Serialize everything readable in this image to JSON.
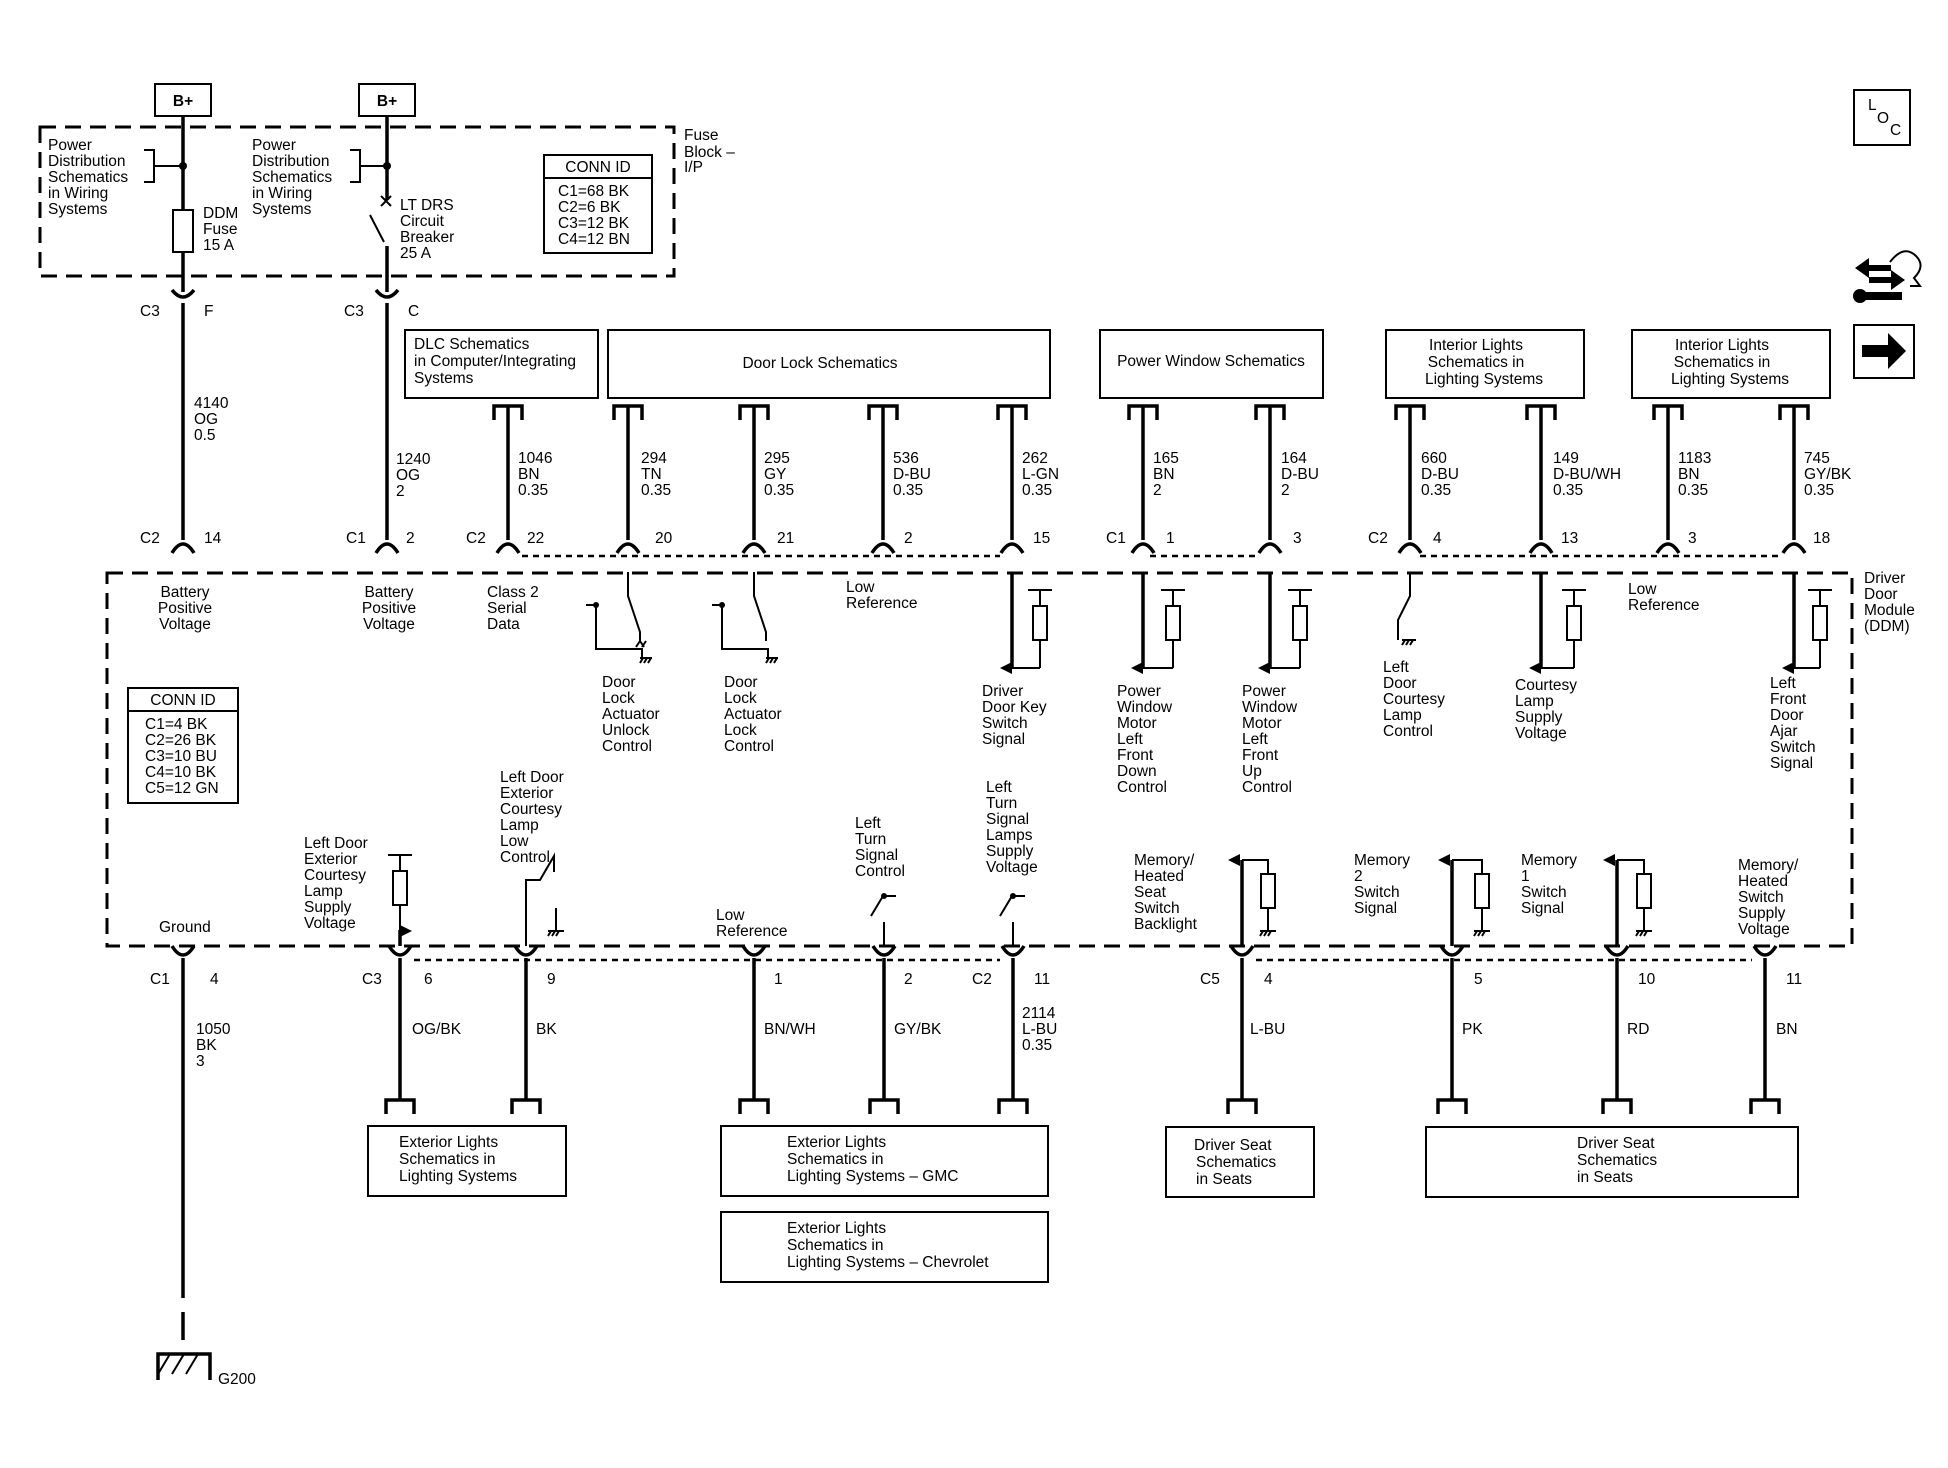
{
  "bplus": "B+",
  "fuse_block": {
    "label": [
      "Fuse",
      "Block –",
      "I/P"
    ],
    "pd_schematics": [
      "Power",
      "Distribution",
      "Schematics",
      "in Wiring",
      "Systems"
    ],
    "ddm_fuse": [
      "DDM",
      "Fuse",
      "15 A"
    ],
    "breaker": [
      "LT DRS",
      "Circuit",
      "Breaker",
      "25 A"
    ],
    "conn_id": {
      "title": "CONN ID",
      "rows": [
        "C1=68 BK",
        "C2=6 BK",
        "C3=12 BK",
        "C4=12 BN"
      ]
    },
    "c3_f": [
      "C3",
      "F"
    ],
    "c3_c": [
      "C3",
      "C"
    ]
  },
  "feed_wires": [
    {
      "circuit": "4140",
      "color": "OG",
      "size": "0.5"
    },
    {
      "circuit": "1240",
      "color": "OG",
      "size": "2"
    }
  ],
  "top_boxes": [
    {
      "name": "dlc",
      "lines": [
        "DLC Schematics",
        "in Computer/Integrating",
        "Systems"
      ]
    },
    {
      "name": "door-lock",
      "lines": [
        "Door Lock Schematics"
      ]
    },
    {
      "name": "power-window",
      "lines": [
        "Power Window Schematics"
      ]
    },
    {
      "name": "interior-lights-1",
      "lines": [
        "Interior Lights",
        "Schematics in",
        "Lighting Systems"
      ]
    },
    {
      "name": "interior-lights-2",
      "lines": [
        "Interior Lights",
        "Schematics in",
        "Lighting Systems"
      ]
    }
  ],
  "top_wires": [
    {
      "circuit": "1046",
      "color": "BN",
      "size": "0.35",
      "pin": "22"
    },
    {
      "circuit": "294",
      "color": "TN",
      "size": "0.35",
      "pin": "20"
    },
    {
      "circuit": "295",
      "color": "GY",
      "size": "0.35",
      "pin": "21"
    },
    {
      "circuit": "536",
      "color": "D-BU",
      "size": "0.35",
      "pin": "2"
    },
    {
      "circuit": "262",
      "color": "L-GN",
      "size": "0.35",
      "pin": "15"
    },
    {
      "circuit": "165",
      "color": "BN",
      "size": "2",
      "pin": "1"
    },
    {
      "circuit": "164",
      "color": "D-BU",
      "size": "2",
      "pin": "3"
    },
    {
      "circuit": "660",
      "color": "D-BU",
      "size": "0.35",
      "pin": "4"
    },
    {
      "circuit": "149",
      "color": "D-BU/WH",
      "size": "0.35",
      "pin": "13"
    },
    {
      "circuit": "1183",
      "color": "BN",
      "size": "0.35",
      "pin": "3"
    },
    {
      "circuit": "745",
      "color": "GY/BK",
      "size": "0.35",
      "pin": "18"
    }
  ],
  "top_pins": [
    {
      "conn": "C2",
      "pin": "14"
    },
    {
      "conn": "C1",
      "pin": "2"
    },
    {
      "conn": "C2",
      "pin": ""
    },
    {
      "conn": "C1",
      "pin": ""
    },
    {
      "conn": "C2",
      "pin": ""
    }
  ],
  "module": {
    "name": [
      "Driver",
      "Door",
      "Module",
      "(DDM)"
    ],
    "conn_id": {
      "title": "CONN ID",
      "rows": [
        "C1=4 BK",
        "C2=26 BK",
        "C3=10 BU",
        "C4=10 BK",
        "C5=12 GN"
      ]
    }
  },
  "top_labels": [
    [
      "Battery",
      "Positive",
      "Voltage"
    ],
    [
      "Battery",
      "Positive",
      "Voltage"
    ],
    [
      "Class 2",
      "Serial",
      "Data"
    ],
    [
      "Door",
      "Lock",
      "Actuator",
      "Unlock",
      "Control"
    ],
    [
      "Door",
      "Lock",
      "Actuator",
      "Lock",
      "Control"
    ],
    [
      "Low",
      "Reference"
    ],
    [
      "Driver",
      "Door Key",
      "Switch",
      "Signal"
    ],
    [
      "Power",
      "Window",
      "Motor",
      "Left",
      "Front",
      "Down",
      "Control"
    ],
    [
      "Power",
      "Window",
      "Motor",
      "Left",
      "Front",
      "Up",
      "Control"
    ],
    [
      "Left",
      "Door",
      "Courtesy",
      "Lamp",
      "Control"
    ],
    [
      "Courtesy",
      "Lamp",
      "Supply",
      "Voltage"
    ],
    [
      "Low",
      "Reference"
    ],
    [
      "Left",
      "Front",
      "Door",
      "Ajar",
      "Switch",
      "Signal"
    ]
  ],
  "bottom_labels": [
    [
      "Ground"
    ],
    [
      "Left Door",
      "Exterior",
      "Courtesy",
      "Lamp",
      "Supply",
      "Voltage"
    ],
    [
      "Left Door",
      "Exterior",
      "Courtesy",
      "Lamp",
      "Low",
      "Control"
    ],
    [
      "Low",
      "Reference"
    ],
    [
      "Left",
      "Turn",
      "Signal",
      "Control"
    ],
    [
      "Left",
      "Turn",
      "Signal",
      "Lamps",
      "Supply",
      "Voltage"
    ],
    [
      "Memory/",
      "Heated",
      "Seat",
      "Switch",
      "Backlight"
    ],
    [
      "Memory",
      "2",
      "Switch",
      "Signal"
    ],
    [
      "Memory",
      "1",
      "Switch",
      "Signal"
    ],
    [
      "Memory/",
      "Heated",
      "Switch",
      "Supply",
      "Voltage"
    ]
  ],
  "bottom_pins": [
    {
      "conn": "C1",
      "pin": "4"
    },
    {
      "conn": "C3",
      "pin": "6"
    },
    {
      "conn": "",
      "pin": "9"
    },
    {
      "conn": "",
      "pin": "1"
    },
    {
      "conn": "",
      "pin": "2"
    },
    {
      "conn": "C2",
      "pin": "11"
    },
    {
      "conn": "C5",
      "pin": "4"
    },
    {
      "conn": "",
      "pin": "5"
    },
    {
      "conn": "",
      "pin": "10"
    },
    {
      "conn": "",
      "pin": "11"
    }
  ],
  "bottom_wires": [
    {
      "lines": [
        "1050",
        "BK",
        "3"
      ]
    },
    {
      "lines": [
        "OG/BK"
      ]
    },
    {
      "lines": [
        "BK"
      ]
    },
    {
      "lines": [
        "BN/WH"
      ]
    },
    {
      "lines": [
        "GY/BK"
      ]
    },
    {
      "lines": [
        "2114",
        "L-BU",
        "0.35"
      ]
    },
    {
      "lines": [
        "L-BU"
      ]
    },
    {
      "lines": [
        "PK"
      ]
    },
    {
      "lines": [
        "RD"
      ]
    },
    {
      "lines": [
        "BN"
      ]
    }
  ],
  "bottom_boxes": [
    {
      "name": "exterior-lights",
      "lines": [
        "Exterior Lights",
        "Schematics in",
        "Lighting Systems"
      ]
    },
    {
      "name": "exterior-lights-gmc",
      "lines": [
        "Exterior Lights",
        "Schematics in",
        "Lighting Systems – GMC"
      ]
    },
    {
      "name": "exterior-lights-chevrolet",
      "lines": [
        "Exterior Lights",
        "Schematics in",
        "Lighting Systems – Chevrolet"
      ]
    },
    {
      "name": "driver-seat-1",
      "lines": [
        "Driver Seat",
        "Schematics",
        "in Seats"
      ]
    },
    {
      "name": "driver-seat-2",
      "lines": [
        "Driver Seat",
        "Schematics",
        "in Seats"
      ]
    }
  ],
  "ground_label": "G200",
  "loc_icon": {
    "l": "L",
    "o": "O",
    "c": "C"
  }
}
